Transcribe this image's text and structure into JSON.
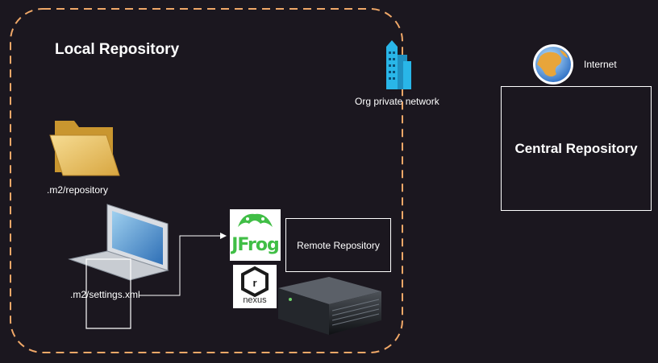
{
  "local_repository": {
    "title": "Local Repository"
  },
  "org_network": {
    "label": "Org private network"
  },
  "internet": {
    "label": "Internet"
  },
  "m2_repository": {
    "label": ".m2/repository"
  },
  "settings_file": {
    "label": ".m2/settings.xml"
  },
  "remote_repository": {
    "label": "Remote Repository"
  },
  "central_repository": {
    "label": "Central Repository"
  },
  "logos": {
    "jfrog": "JFrog",
    "nexus": "nexus",
    "nexus_mark": "r"
  },
  "colors": {
    "background": "#1b171f",
    "boundary": "#f0a868",
    "text": "#ffffff",
    "jfrog_green": "#40be46",
    "folder": "#e8c16a",
    "building": "#29b6e8"
  }
}
